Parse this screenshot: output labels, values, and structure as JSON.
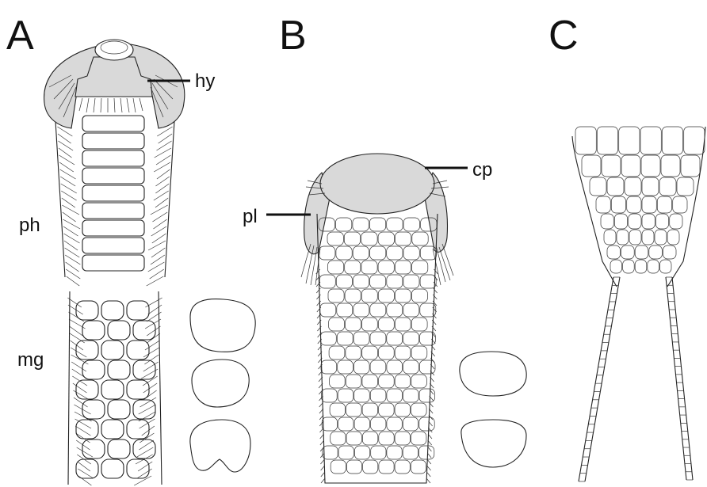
{
  "panels": [
    {
      "letter": "A",
      "labels": {
        "hy": "hy",
        "ph": "ph",
        "mg": "mg"
      }
    },
    {
      "letter": "B",
      "labels": {
        "cp": "cp",
        "pl": "pl"
      }
    },
    {
      "letter": "C",
      "labels": {}
    }
  ],
  "colors": {
    "shade": "#d9d9d9",
    "ink": "#222222"
  }
}
